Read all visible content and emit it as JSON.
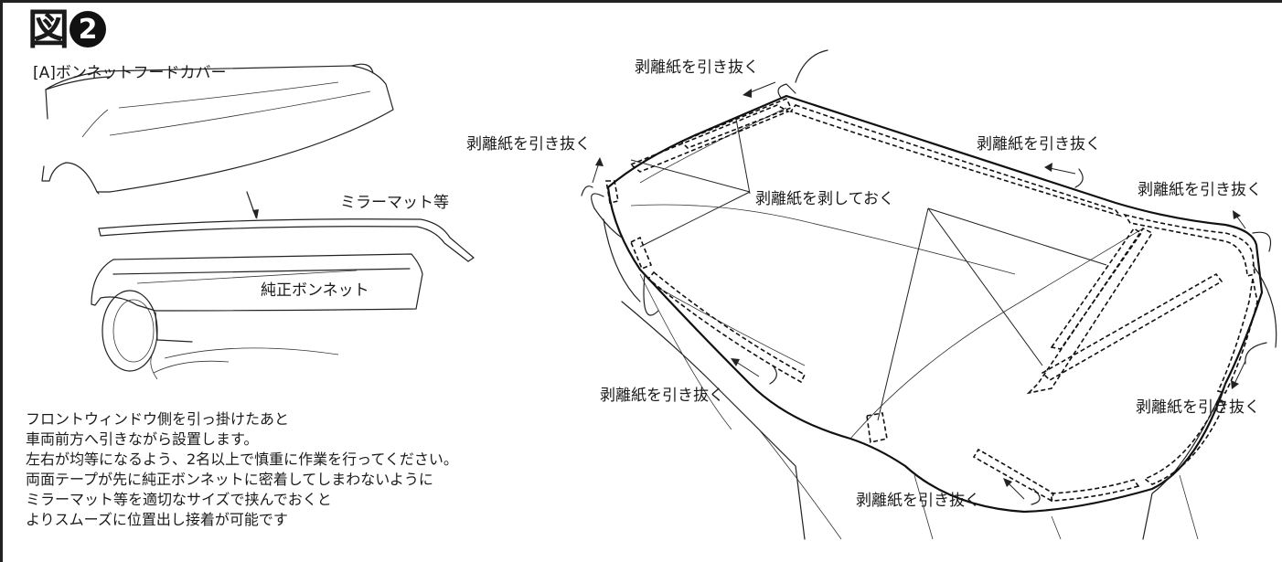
{
  "title": {
    "text": "図",
    "number": "2"
  },
  "left_panel": {
    "part_label": "[A]ボンネットフードカバー",
    "mat_label": "ミラーマット等",
    "bonnet_label": "純正ボンネット"
  },
  "instructions": [
    "フロントウィンドウ側を引っ掛けたあと",
    "車両前方へ引きながら設置します。",
    "左右が均等になるよう、2名以上で慎重に作業を行ってください。",
    "両面テープが先に純正ボンネットに密着してしまわないように",
    "ミラーマット等を適切なサイズで挟んでおくと",
    "よりスムーズに位置出し接着が可能です"
  ],
  "right_panel": {
    "peel_label": "剥離紙を引き抜く",
    "peel_first_label": "剥離紙を剥しておく"
  }
}
